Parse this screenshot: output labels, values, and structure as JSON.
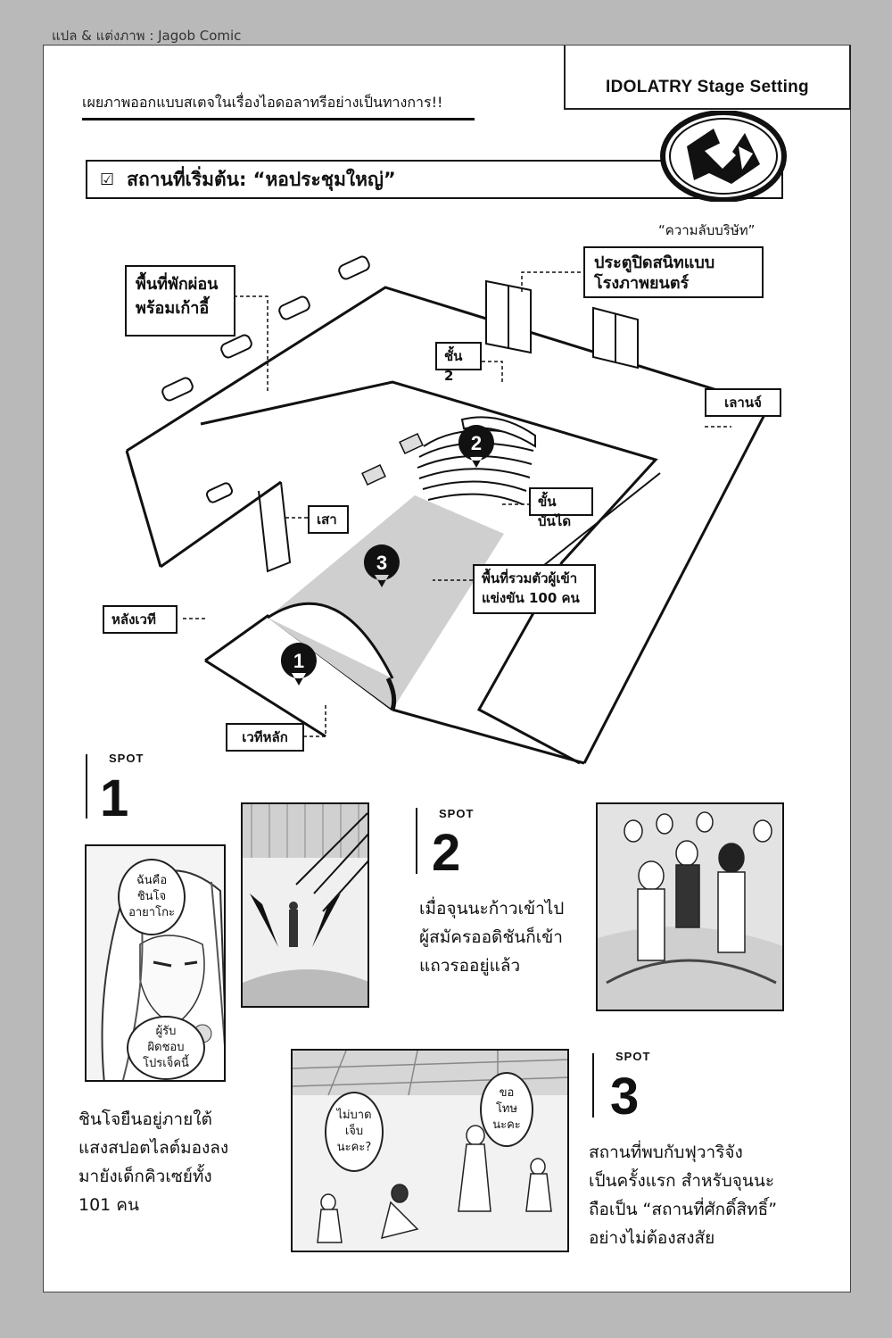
{
  "credit": "แปล & แต่งภาพ : Jagob Comic",
  "header_tab": "IDOLATRY Stage Setting",
  "intro": "เผยภาพออกแบบสเตจในเรื่องไอดอลาทรีอย่างเป็นทางการ!!",
  "location": {
    "check_icon": "checkbox-checked-icon",
    "title": "สถานที่เริ่มต้น: “หอประชุมใหญ่”"
  },
  "stamp": {
    "caption": "“ความลับบริษัท”"
  },
  "map_labels": {
    "lounge_seats": "พื้นที่พักผ่อน\nพร้อมเก้าอี้",
    "theater_doors": "ประตูปิดสนิทแบบ\nโรงภาพยนตร์",
    "floor2": "ชั้น 2",
    "lounge": "เลานจ์",
    "stairs": "ขั้นบันได",
    "pillar": "เสา",
    "gathering": "พื้นที่รวมตัวผู้เข้า\nแข่งขัน 100 คน",
    "backstage": "หลังเวที",
    "main_stage": "เวทีหลัก",
    "markers": [
      "1",
      "2",
      "3"
    ]
  },
  "spots": [
    {
      "tag": "SPOT",
      "number": "1",
      "description": "ชินโจยืนอยู่ภายใต้\nแสงสปอตไลต์มองลง\nมายังเด็กคิวเซย์ทั้ง\n101 คน"
    },
    {
      "tag": "SPOT",
      "number": "2",
      "description": "เมื่อจุนนะก้าวเข้าไป\nผู้สมัครออดิชันก็เข้า\nแถวรออยู่แล้ว"
    },
    {
      "tag": "SPOT",
      "number": "3",
      "description": "สถานที่พบกับฟุวาริจัง\nเป็นครั้งแรก สำหรับจุนนะ\nถือเป็น “สถานที่ศักดิ์สิทธิ์”\nอย่างไม่ต้องสงสัย"
    }
  ],
  "speech": {
    "p1a": "ฉันคือ\nชินโจ\nอายาโกะ",
    "p1b": "ผู้รับ\nผิดชอบ\nโปรเจ็คนี้",
    "p3a": "ไม่บาด\nเจ็บ\nนะคะ?",
    "p3b": "ขอ\nโทษ\nนะคะ"
  }
}
